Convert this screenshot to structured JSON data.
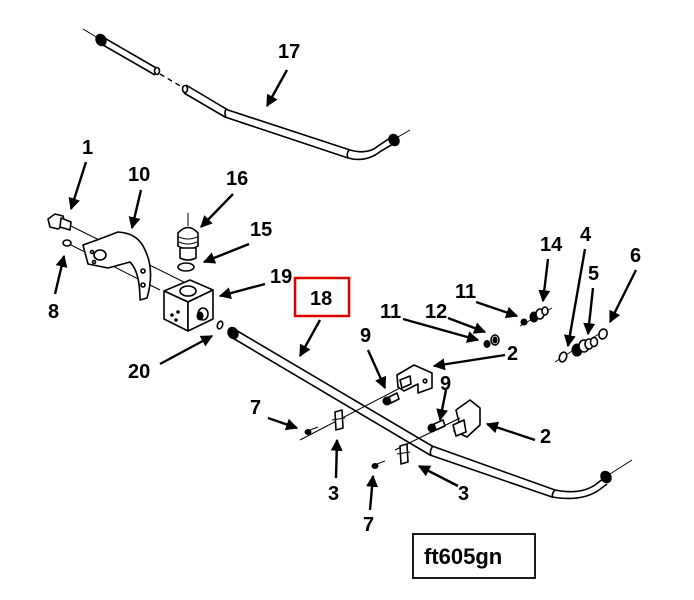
{
  "diagram": {
    "figure_code": "ft605gn",
    "highlighted_callout": "18",
    "highlight_color": "#e00000",
    "callouts": [
      {
        "id": "c17",
        "label": "17"
      },
      {
        "id": "c1",
        "label": "1"
      },
      {
        "id": "c10",
        "label": "10"
      },
      {
        "id": "c16",
        "label": "16"
      },
      {
        "id": "c15",
        "label": "15"
      },
      {
        "id": "c19",
        "label": "19"
      },
      {
        "id": "c8",
        "label": "8"
      },
      {
        "id": "c20",
        "label": "20"
      },
      {
        "id": "c18",
        "label": "18"
      },
      {
        "id": "c14",
        "label": "14"
      },
      {
        "id": "c4",
        "label": "4"
      },
      {
        "id": "c5",
        "label": "5"
      },
      {
        "id": "c6",
        "label": "6"
      },
      {
        "id": "c11a",
        "label": "11"
      },
      {
        "id": "c12",
        "label": "12"
      },
      {
        "id": "c11b",
        "label": "11"
      },
      {
        "id": "c9a",
        "label": "9"
      },
      {
        "id": "c2a",
        "label": "2"
      },
      {
        "id": "c9b",
        "label": "9"
      },
      {
        "id": "c2b",
        "label": "2"
      },
      {
        "id": "c7a",
        "label": "7"
      },
      {
        "id": "c3a",
        "label": "3"
      },
      {
        "id": "c3b",
        "label": "3"
      },
      {
        "id": "c7b",
        "label": "7"
      }
    ]
  }
}
